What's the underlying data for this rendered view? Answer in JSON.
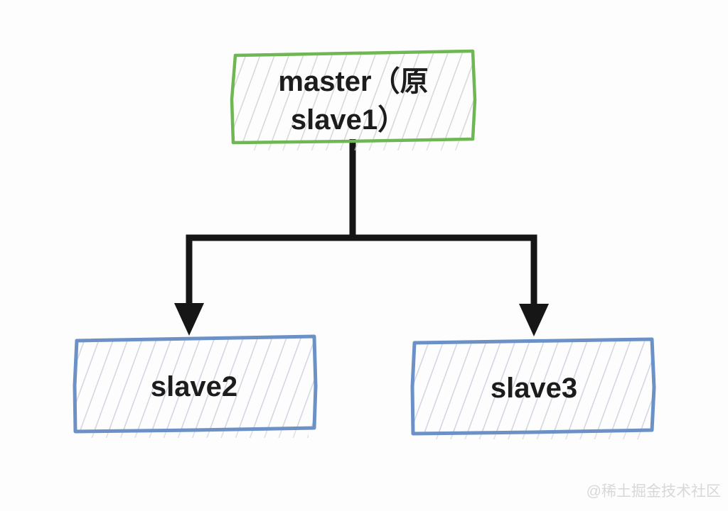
{
  "diagram": {
    "type": "tree",
    "background_color": "#fdfdfd",
    "connector_color": "#161616",
    "nodes": {
      "master": {
        "id": "master",
        "label": "master（原slave1）",
        "label_line1": "master（原",
        "label_line2": "slave1）",
        "border_color": "#6fb654",
        "hatch_color": "#d3d3d3",
        "text_color": "#1c1c1c"
      },
      "slave2": {
        "id": "slave2",
        "label": "slave2",
        "border_color": "#6b91c6",
        "hatch_color": "#ccd2de",
        "text_color": "#1c1c1c"
      },
      "slave3": {
        "id": "slave3",
        "label": "slave3",
        "border_color": "#6b91c6",
        "hatch_color": "#ccd2de",
        "text_color": "#1c1c1c"
      }
    },
    "edges": [
      {
        "from": "master",
        "to": "slave2",
        "style": "solid-arrow"
      },
      {
        "from": "master",
        "to": "slave3",
        "style": "solid-arrow"
      }
    ]
  },
  "watermark": {
    "text": "@稀土掘金技术社区",
    "color": "#d8d8d8"
  }
}
